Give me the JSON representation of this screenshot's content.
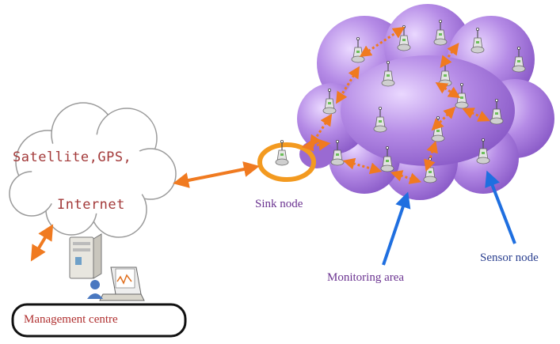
{
  "labels": {
    "cloud_line1": "Satellite,GPS,",
    "cloud_line2": "Internet",
    "sink_node": "Sink node",
    "monitoring_area": "Monitoring area",
    "sensor_node": "Sensor node",
    "management_centre": "Management centre"
  },
  "colors": {
    "arrow_orange": "#f07a20",
    "pointer_blue": "#1f6fe0",
    "cloud_purple": "#a070d8",
    "cloud_text": "#a33a3a",
    "label_purple": "#6a3290",
    "label_blue": "#2a3f8f",
    "label_red": "#b03030"
  }
}
